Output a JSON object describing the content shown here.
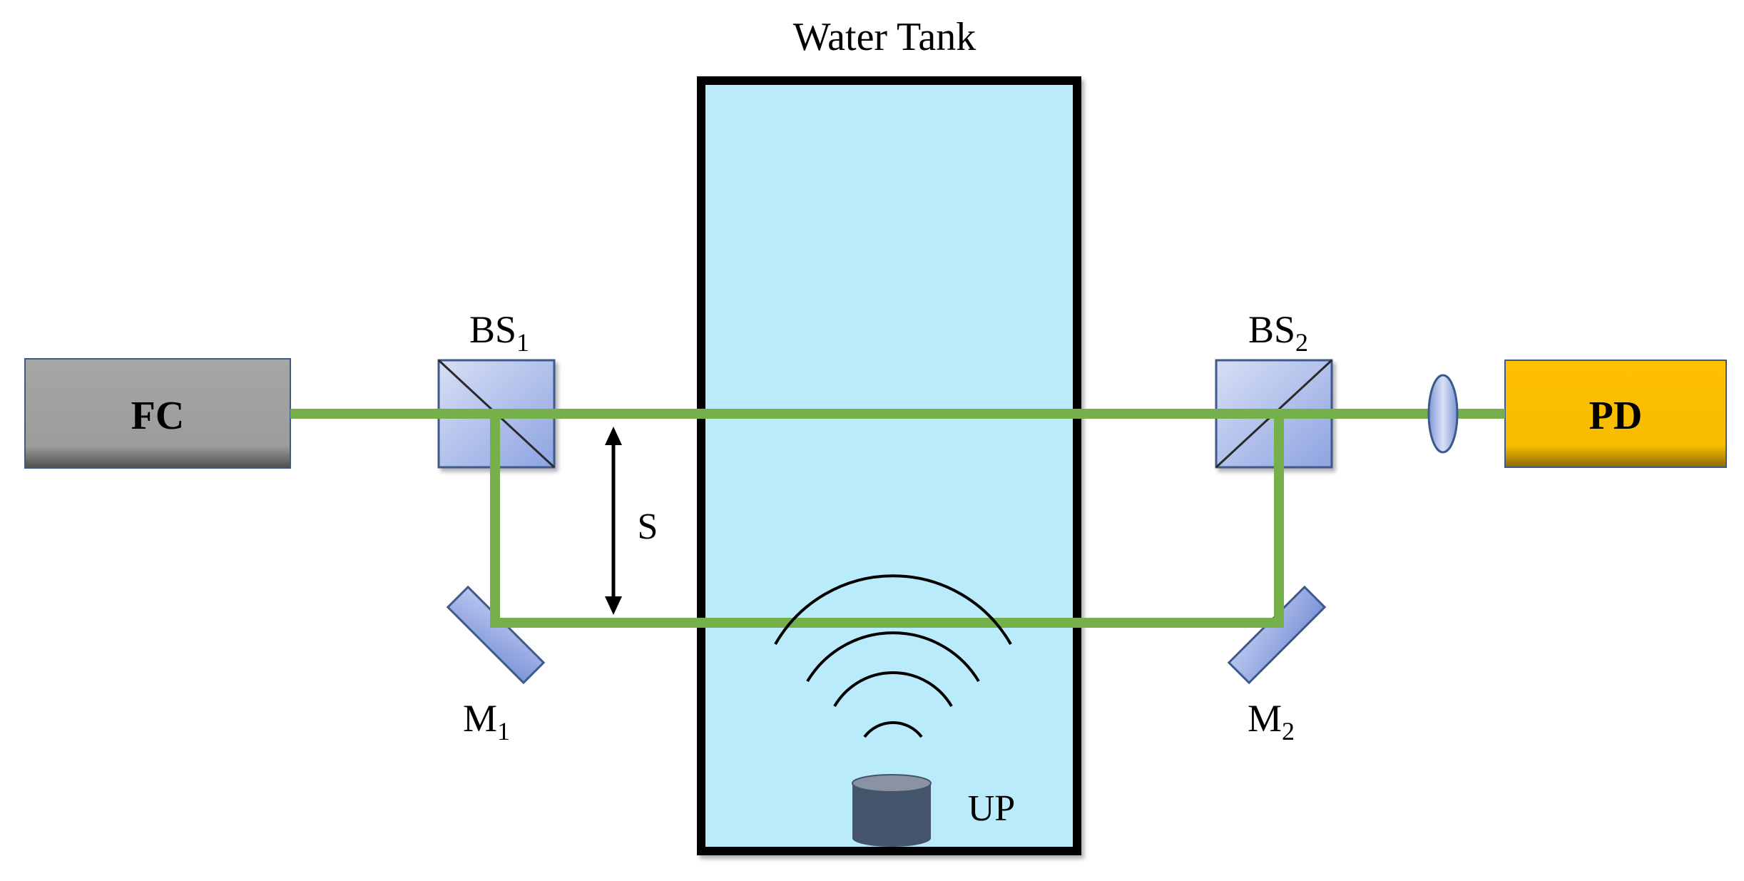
{
  "diagram": {
    "title": "Water Tank",
    "fc": {
      "label": "FC"
    },
    "pd": {
      "label": "PD"
    },
    "bs1": {
      "main": "BS",
      "sub": "1"
    },
    "bs2": {
      "main": "BS",
      "sub": "2"
    },
    "m1": {
      "main": "M",
      "sub": "1"
    },
    "m2": {
      "main": "M",
      "sub": "2"
    },
    "separation": "S",
    "up": "UP"
  },
  "colors": {
    "beam": "#76b04a",
    "tank_water": "#b9ebfb",
    "fc_box": "#a3a3a3",
    "pd_box": "#fdbf00",
    "optic": "#8fa3e0",
    "transducer": "#44546a"
  },
  "icons": [
    "beam-splitter-icon",
    "mirror-icon",
    "lens-icon",
    "ultrasound-probe-icon",
    "double-arrow-icon"
  ]
}
